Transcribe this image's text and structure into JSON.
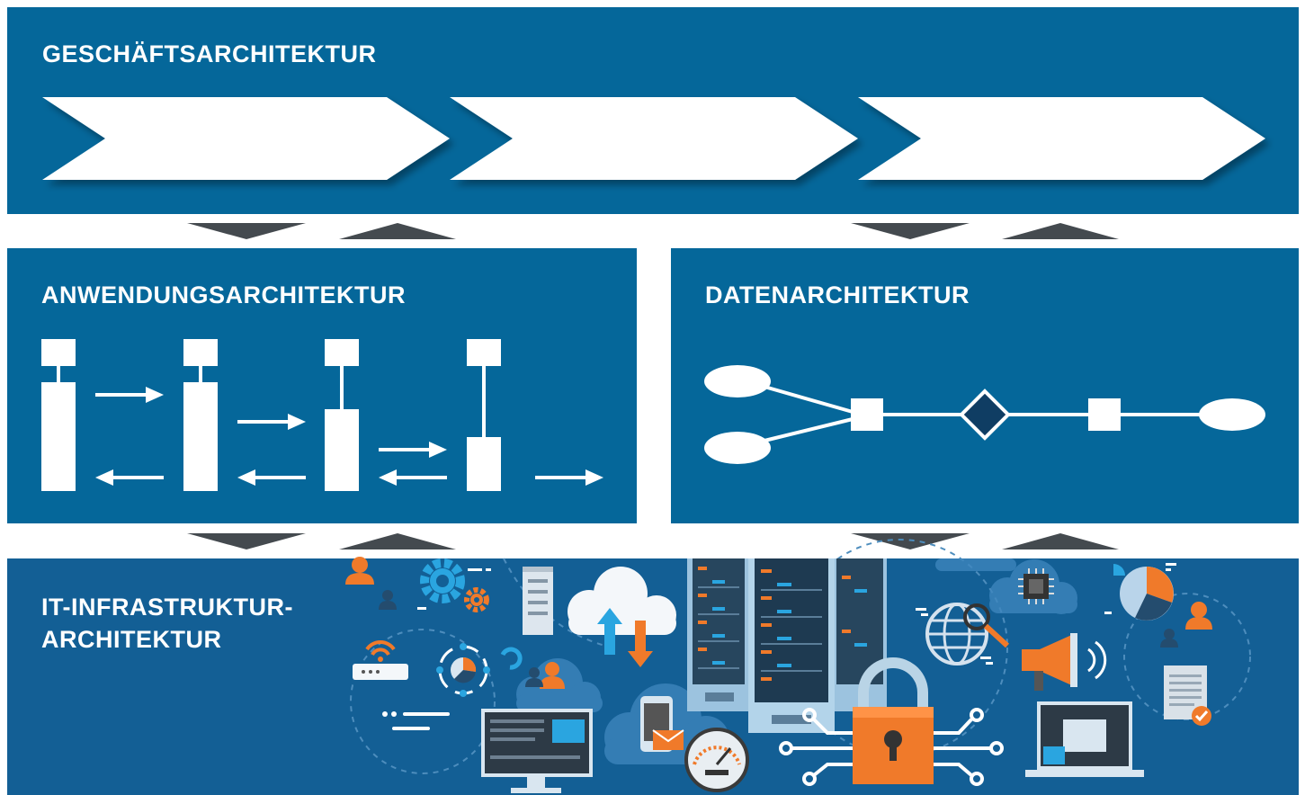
{
  "layers": {
    "business": {
      "title": "GESCHÄFTSARCHITEKTUR"
    },
    "application": {
      "title": "ANWENDUNGSARCHITEKTUR"
    },
    "data": {
      "title": "DATENARCHITEKTUR"
    },
    "infrastructure": {
      "title_line1": "IT-INFRASTRUKTUR-",
      "title_line2": "ARCHITEKTUR"
    }
  },
  "colors": {
    "panel": "#05679a",
    "panel_dark": "#0b4a78",
    "connector": "#444a4f",
    "diamond": "#0f3d63",
    "accent_orange": "#f07a2a",
    "accent_blue": "#2aa5e0"
  },
  "icons": [
    "person-icon",
    "gear-icon",
    "server-tower-icon",
    "cloud-sync-icon",
    "server-rack-icon",
    "chip-icon",
    "pie-chart-icon",
    "wifi-router-icon",
    "globe-icon",
    "search-icon",
    "megaphone-icon",
    "smartphone-icon",
    "speedometer-icon",
    "padlock-icon",
    "monitor-icon",
    "laptop-icon",
    "document-icon"
  ]
}
